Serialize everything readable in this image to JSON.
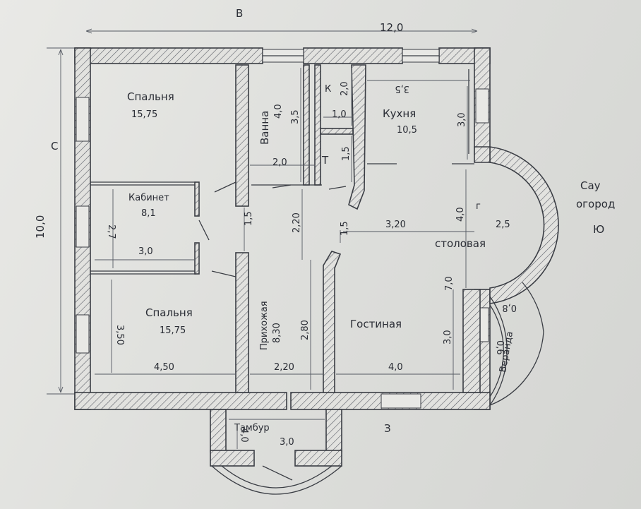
{
  "labels": {
    "top_side": "В",
    "left_side": "С",
    "bottom_side": "З",
    "right_note_1": "Сау",
    "right_note_2": "огород",
    "right_note_3": "Ю",
    "width_total": "12,0",
    "height_total": "10,0"
  },
  "rooms": {
    "bedroom_top": {
      "name": "Спальня",
      "area": "15,75"
    },
    "bathroom": {
      "name": "Ванна",
      "area": "4,0"
    },
    "wc_k": "К",
    "wc_t": "Т",
    "kitchen": {
      "name": "Кухня",
      "area": "10,5"
    },
    "study": {
      "name": "Кабинет",
      "area": "8,1"
    },
    "dining": {
      "name": "столовая"
    },
    "bedroom_bottom": {
      "name": "Спальня",
      "area": "15,75"
    },
    "hall": {
      "name": "Прихожая",
      "area": "8,30"
    },
    "living": {
      "name": "Гостиная"
    },
    "veranda": {
      "name": "Веранда"
    },
    "vestibule": {
      "name": "Тамбур"
    }
  },
  "dimensions": {
    "bath_w": "2,0",
    "bath_h": "3,5",
    "k_h": "2,0",
    "k_w": "1,0",
    "t_h": "1,5",
    "kitchen_w": "3,5",
    "kitchen_h": "3,0",
    "study_h": "2,7",
    "study_w": "3,0",
    "corridor_1": "1,5",
    "corridor_2": "2,20",
    "corridor_3": "1,5",
    "dining_w": "3,20",
    "dining_h": "4,0",
    "bay_w": "2,5",
    "bay_r": "г",
    "bed2_h": "3,50",
    "bed2_w": "4,50",
    "hall_h": "2,80",
    "hall_w": "2,20",
    "living_w": "4,0",
    "living_h": "3,0",
    "right_h": "7,0",
    "veranda_w": "0,8",
    "veranda_h": "0,6",
    "vestibule_w": "3,0",
    "vestibule_h": "4,0"
  }
}
